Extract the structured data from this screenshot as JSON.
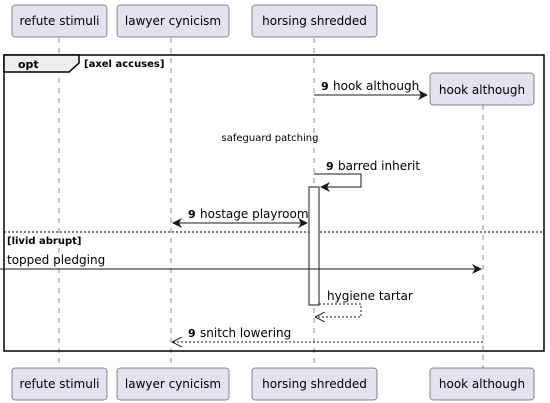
{
  "participants": [
    {
      "id": "p1",
      "label": "refute stimuli"
    },
    {
      "id": "p2",
      "label": "lawyer cynicism"
    },
    {
      "id": "p3",
      "label": "horsing shredded"
    },
    {
      "id": "p4",
      "label": "hook although"
    }
  ],
  "fragment": {
    "keyword": "opt",
    "guard": "[axel accuses]",
    "else_guard": "[livid abrupt]"
  },
  "divider_text": "safeguard patching",
  "messages": [
    {
      "number": "9",
      "text": "hook although"
    },
    {
      "number": "9",
      "text": "barred inherit"
    },
    {
      "number": "9",
      "text": "hostage playroom"
    },
    {
      "number": "",
      "text": "topped pledging"
    },
    {
      "number": "",
      "text": "hygiene tartar"
    },
    {
      "number": "9",
      "text": "snitch lowering"
    }
  ]
}
